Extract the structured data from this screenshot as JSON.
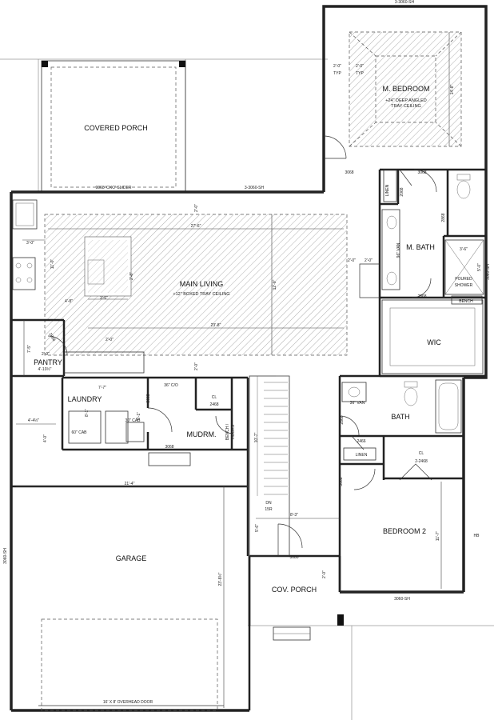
{
  "rooms": {
    "covered_porch": "COVERED PORCH",
    "master_bedroom": "M. BEDROOM",
    "master_bedroom_note_1": "+24\" DEEP ANGLED",
    "master_bedroom_note_2": "TRAY CEILING",
    "main_living": "MAIN LIVING",
    "main_living_note": "+12\" BOXED TRAY CEILING",
    "master_bath": "M. BATH",
    "wic": "WIC",
    "pantry": "PANTRY",
    "laundry": "LAUNDRY",
    "mudroom": "MUDRM.",
    "bath": "BATH",
    "bedroom_2": "BEDROOM 2",
    "garage": "GARAGE",
    "cov_porch": "COV. PORCH",
    "linen_1": "LINEN",
    "linen_2": "LINEN",
    "poured_shower_1": "POURED",
    "poured_shower_2": "SHOWER",
    "bench_1": "BENCH",
    "bench_hooks_1": "BENCH /",
    "bench_hooks_2": "HOOKS",
    "cl_1": "CL",
    "cl_2": "CL"
  },
  "labels": {
    "slider": "9068 'OXO' SLIDER",
    "w_3060_top": "3-3060-SH",
    "w_3060_porch": "3-3060-SH",
    "w_3060_bed2": "3060-SH",
    "w_3060_garage": "3060-SH",
    "w_3060_right": "3060-SH",
    "d_3068_mbed": "3068",
    "d_3068_mbath": "3068",
    "d_2068_linen": "2068",
    "d_2868_mbath": "2868",
    "d_2868_wic": "2868",
    "d_2868_pantry": "2868",
    "d_2868_bath": "2868",
    "d_3068_laundry": "3068",
    "d_3068_mud": "3068",
    "d_3068_bed2": "3068",
    "d_3080": "3080",
    "d_2468_cl": "2468",
    "d_2466": "2466",
    "d_2_2468": "2-2468",
    "van_96": "96\" VAN",
    "van_36": "36\" VAN",
    "co_36": "36\" C/O",
    "cab_30": "30\" CAB",
    "cab_60": "60\" CAB",
    "overhead_door": "16' X 8' OVERHEAD DOOR",
    "dn": "DN",
    "r15": "15R",
    "hb": "HB",
    "typ_1": "TYP",
    "typ_2": "TYP"
  },
  "dims": {
    "d1": "2'-0\"",
    "d2": "2'-0\"",
    "d3": "14'-8\"",
    "d4": "2'-0\"",
    "d5": "27'-6\"",
    "d6": "3'-0\"",
    "d7": "11'-0\"",
    "d8": "2'-8\"",
    "d9": "4'-8\"",
    "d10": "3'-6\"",
    "d11": "12'-0\"",
    "d12": "23'-8\"",
    "d13": "2'-0\"",
    "d14": "2'-0\"",
    "d15": "2'-0\"",
    "d16": "7'-5\"",
    "d17": "4'-10½\"",
    "d18": "7'-7\"",
    "d19": "4'-4½\"",
    "d20": "4'-0\"",
    "d21": "21'-4\"",
    "d22": "23'-8½\"",
    "d23": "10'-7\"",
    "d24": "8'-3\"",
    "d25": "5'-6\"",
    "d26": "2'-0\"",
    "d27": "11'-7\"",
    "d28": "3'-6\"",
    "d29": "5'-0\"",
    "d30": "2'-0\"",
    "d31": "2'-0\"",
    "d32": "8'-1\"",
    "d33": "5'-1\""
  }
}
